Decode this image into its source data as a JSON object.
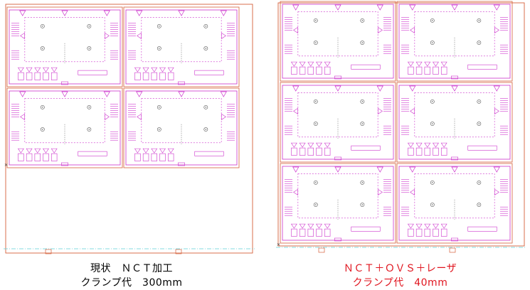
{
  "comparison": {
    "left": {
      "method": "現状　ＮＣＴ加工",
      "clamp": "クランプ代　300mm",
      "layout": {
        "columns": 2,
        "rows": 2
      }
    },
    "right": {
      "method": "ＮＣＴ＋ＯＶＳ＋レーザ",
      "clamp": "クランプ代　40mm",
      "layout": {
        "columns": 2,
        "rows": 3
      }
    }
  },
  "colors": {
    "part_outline": "#cc33cc",
    "sheet_outline": "#d4603a",
    "clamp_line": "#5fd0d8",
    "highlight_text": "#e0141e",
    "normal_text": "#000000"
  }
}
